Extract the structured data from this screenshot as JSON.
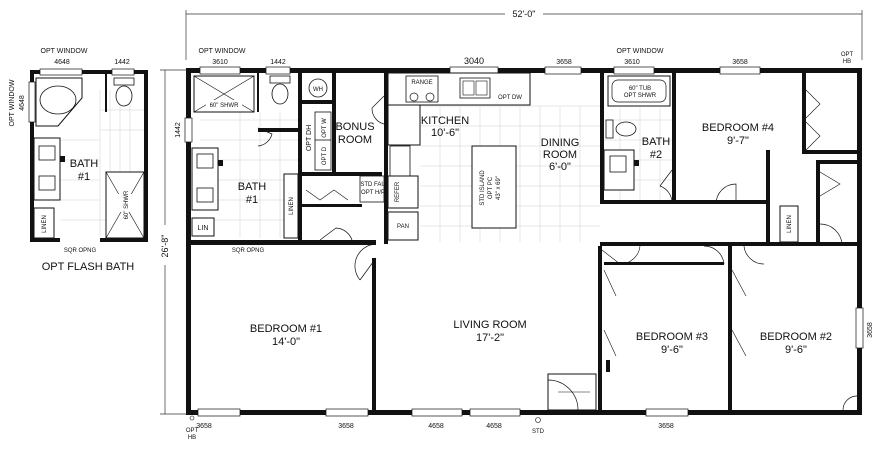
{
  "dimensions": {
    "overall_width": "52'-0\"",
    "overall_depth": "26'-8\""
  },
  "alt_bath": {
    "window_label": "OPT WINDOW",
    "window_size": "4648",
    "window_small": "1442",
    "side_window_label": "OPT WINDOW",
    "side_window_size": "4648",
    "room_name": "BATH",
    "room_number": "#1",
    "shower": "60\" SHWR",
    "linen": "LINEN",
    "opening": "SQR OPNG",
    "caption": "OPT FLASH BATH"
  },
  "windows": {
    "top": [
      "3610",
      "1442",
      "3040",
      "3658",
      "3610",
      "3658"
    ],
    "top_labels": [
      "OPT WINDOW",
      "OPT WINDOW"
    ],
    "left": "1442",
    "right": "3658",
    "bottom": [
      "3658",
      "3658",
      "4658",
      "4658",
      "3658"
    ]
  },
  "markers": {
    "opt_hb": "OPT HB",
    "std": "STD"
  },
  "rooms": {
    "bath1": {
      "name": "BATH",
      "number": "#1",
      "shower": "60\" SHWR",
      "lin": "LIN",
      "linen": "LINEN",
      "opening": "SQR OPNG"
    },
    "bonus": {
      "line1": "BONUS",
      "line2": "ROOM"
    },
    "wh": "WH",
    "opt_dw_small": "OPT W",
    "opt_d": "OPT D",
    "opt_dw_big": "OPT DW",
    "opt_dh": "OPT DH",
    "std_fau": "STD FAU",
    "opt_hp": "OPT H/P",
    "kitchen": {
      "name": "KITCHEN",
      "size": "10'-6\""
    },
    "range": "RANGE",
    "refer": "REFER",
    "pan": "PAN",
    "island": {
      "line1": "STD ISLAND",
      "line2": "OPT PC",
      "line3": "43\" x 69\""
    },
    "dining": {
      "name": "DINING",
      "name2": "ROOM",
      "size": "6'-0\""
    },
    "bath2": {
      "name": "BATH",
      "number": "#2",
      "tub": "60\" TUB",
      "tub2": "OPT SHWR"
    },
    "bedroom4": {
      "name": "BEDROOM #4",
      "size": "9'-7\""
    },
    "bedroom1": {
      "name": "BEDROOM #1",
      "size": "14'-0\""
    },
    "living": {
      "name": "LIVING ROOM",
      "size": "17'-2\""
    },
    "bedroom3": {
      "name": "BEDROOM #3",
      "size": "9'-6\""
    },
    "bedroom2": {
      "name": "BEDROOM #2",
      "size": "9'-6\""
    },
    "linen_right": "LINEN"
  }
}
